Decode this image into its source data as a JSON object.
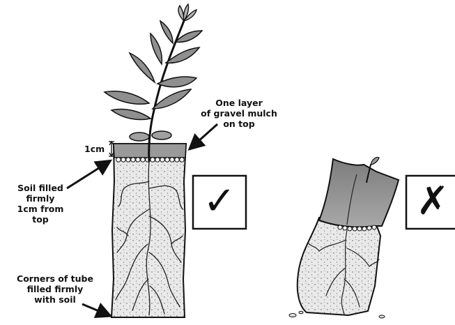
{
  "labels": {
    "gravel_line1": "One layer",
    "gravel_line2": "of gravel mulch",
    "gravel_line3": "on top",
    "measure": "1cm",
    "soil_line1": "Soil filled",
    "soil_line2": "firmly",
    "soil_line3": "1cm from",
    "soil_line4": "top",
    "corners_line1": "Corners of tube",
    "corners_line2": "filled firmly",
    "corners_line3": "with soil"
  },
  "marks": {
    "correct_symbol": "✓",
    "incorrect_symbol": "✗"
  },
  "colors": {
    "ink": "#111111",
    "soil": "#e6e6e6",
    "tube_top": "#9a9a9a",
    "leaf": "#8f8f8f",
    "paper": "#ffffff"
  }
}
